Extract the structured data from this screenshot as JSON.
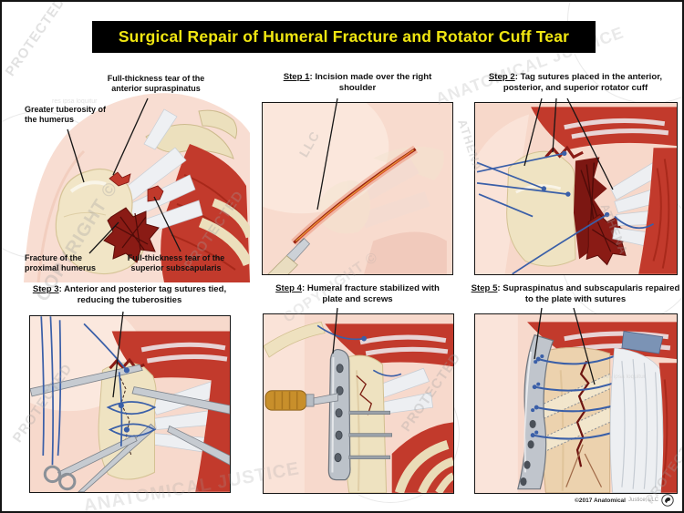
{
  "title": "Surgical Repair of Humeral Fracture and Rotator Cuff Tear",
  "ui": {
    "colon": ":"
  },
  "anatomy": {
    "labels": [
      "Full-thickness tear of the anterior supraspinatus",
      "Greater tuberosity of the humerus",
      "Fracture of the proximal humerus",
      "Full-thickness tear of the superior subscapularis"
    ]
  },
  "steps": [
    {
      "label": "Step 1",
      "text": "Incision made over the right shoulder"
    },
    {
      "label": "Step 2",
      "text": "Tag sutures placed in the anterior, posterior, and superior rotator cuff"
    },
    {
      "label": "Step 3",
      "text": "Anterior and posterior tag sutures tied, reducing the tuberosities"
    },
    {
      "label": "Step 4",
      "text": "Humeral fracture stabilized with plate and screws"
    },
    {
      "label": "Step 5",
      "text": "Supraspinatus and subscapularis repaired to the plate with sutures"
    }
  ],
  "watermarks": [
    "PROTECTED",
    "res ipsa loquitur",
    "COPYRIGHT ©",
    "ANATOMICAL JUSTICE",
    "ATHENA",
    "PROTECTED",
    "COPYRIGHT ©",
    "PROTECTED",
    "ANATOMICAL JUSTICE",
    "res ipsa loquitur",
    "PROTECTED",
    "LLC",
    "ATHENA",
    "PROTECTED"
  ],
  "footer": {
    "copyright": "©2017 Anatomical",
    "suffix": "Justice, LLC"
  },
  "colors": {
    "banner_bg": "#000000",
    "banner_text": "#f0e611",
    "muscle_red": "#c23a2c",
    "bone_cream": "#efe2c0",
    "suture_blue": "#3a5fa8",
    "skin_pink": "#f8dccf",
    "fracture_red": "#8a1b15"
  }
}
